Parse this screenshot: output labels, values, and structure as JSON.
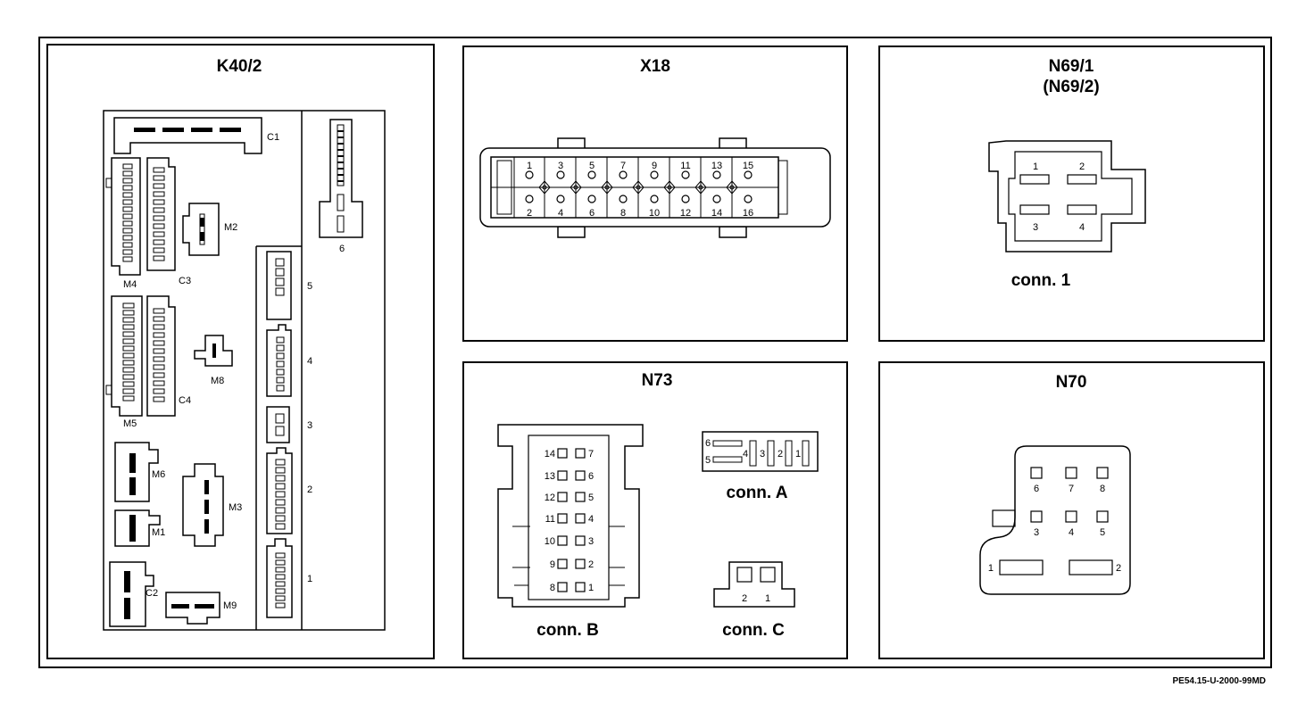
{
  "figure_id": "PE54.15-U-2000-99MD",
  "panels": {
    "k40": {
      "title": "K40/2",
      "labels": {
        "c1": "C1",
        "c2": "C2",
        "c3": "C3",
        "c4": "C4",
        "m1": "M1",
        "m2": "M2",
        "m3": "M3",
        "m4": "M4",
        "m5": "M5",
        "m6": "M6",
        "m8": "M8",
        "m9": "M9",
        "f1": "1",
        "f2": "2",
        "f3": "3",
        "f4": "4",
        "f5": "5",
        "f6": "6"
      }
    },
    "x18": {
      "title": "X18",
      "top_pins": [
        "1",
        "3",
        "5",
        "7",
        "9",
        "11",
        "13",
        "15"
      ],
      "bottom_pins": [
        "2",
        "4",
        "6",
        "8",
        "10",
        "12",
        "14",
        "16"
      ]
    },
    "n69": {
      "title": "N69/1",
      "subtitle": "(N69/2)",
      "pins": [
        "1",
        "2",
        "3",
        "4"
      ],
      "caption": "conn. 1"
    },
    "n73": {
      "title": "N73",
      "connB": {
        "left": [
          "14",
          "13",
          "12",
          "11",
          "10",
          "9",
          "8"
        ],
        "right": [
          "7",
          "6",
          "5",
          "4",
          "3",
          "2",
          "1"
        ],
        "caption": "conn. B"
      },
      "connA": {
        "pins": [
          "6",
          "5",
          "4",
          "3",
          "2",
          "1"
        ],
        "caption": "conn. A"
      },
      "connC": {
        "pins": [
          "2",
          "1"
        ],
        "caption": "conn. C"
      }
    },
    "n70": {
      "title": "N70",
      "top_pins": [
        "6",
        "7",
        "8"
      ],
      "mid_pins": [
        "3",
        "4",
        "5"
      ],
      "bottom_pins": [
        "1",
        "2"
      ]
    }
  }
}
